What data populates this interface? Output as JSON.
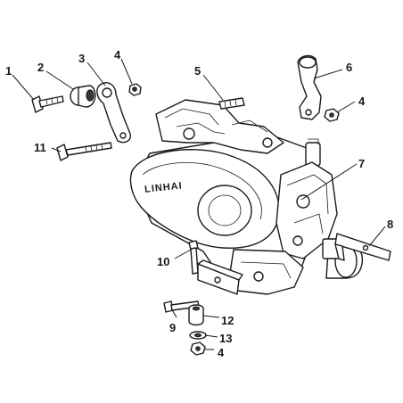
{
  "diagram": {
    "background": "#ffffff",
    "ink_color": "#1a1a1a",
    "brand_label": "LINHAI",
    "callouts": [
      {
        "id": "c1",
        "label": "1"
      },
      {
        "id": "c2",
        "label": "2"
      },
      {
        "id": "c3",
        "label": "3"
      },
      {
        "id": "c4a",
        "label": "4"
      },
      {
        "id": "c5",
        "label": "5"
      },
      {
        "id": "c6",
        "label": "6"
      },
      {
        "id": "c4b",
        "label": "4"
      },
      {
        "id": "c11",
        "label": "11"
      },
      {
        "id": "c7",
        "label": "7"
      },
      {
        "id": "c8",
        "label": "8"
      },
      {
        "id": "c10",
        "label": "10"
      },
      {
        "id": "c9",
        "label": "9"
      },
      {
        "id": "c12",
        "label": "12"
      },
      {
        "id": "c13",
        "label": "13"
      },
      {
        "id": "c4c",
        "label": "4"
      }
    ]
  }
}
